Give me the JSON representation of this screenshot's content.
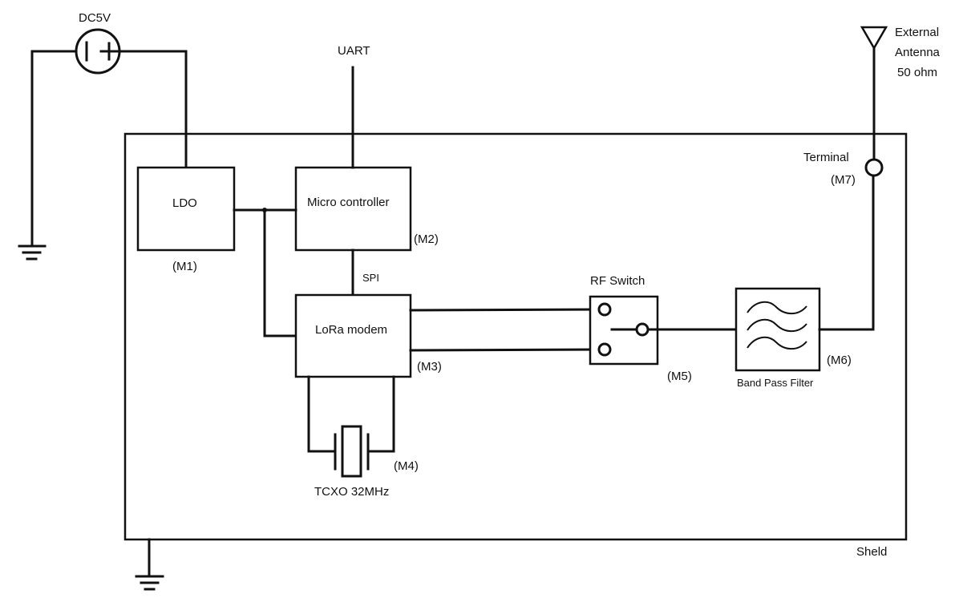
{
  "power": {
    "label": "DC5V"
  },
  "uart": {
    "label": "UART"
  },
  "antenna": {
    "label_line1": "External",
    "label_line2": "Antenna",
    "label_line3": "50 ohm"
  },
  "terminal": {
    "label": "Terminal",
    "id": "(M7)"
  },
  "ldo": {
    "label": "LDO",
    "id": "(M1)"
  },
  "mcu": {
    "label": "Micro controller",
    "id": "(M2)"
  },
  "spi": {
    "label": "SPI"
  },
  "lora": {
    "label": "LoRa modem",
    "id": "(M3)"
  },
  "tcxo": {
    "label": "TCXO 32MHz",
    "id": "(M4)"
  },
  "rf_switch": {
    "label": "RF Switch",
    "id": "(M5)"
  },
  "bpf": {
    "label": "Band Pass Filter",
    "id": "(M6)"
  },
  "shield": {
    "label": "Sheld"
  }
}
